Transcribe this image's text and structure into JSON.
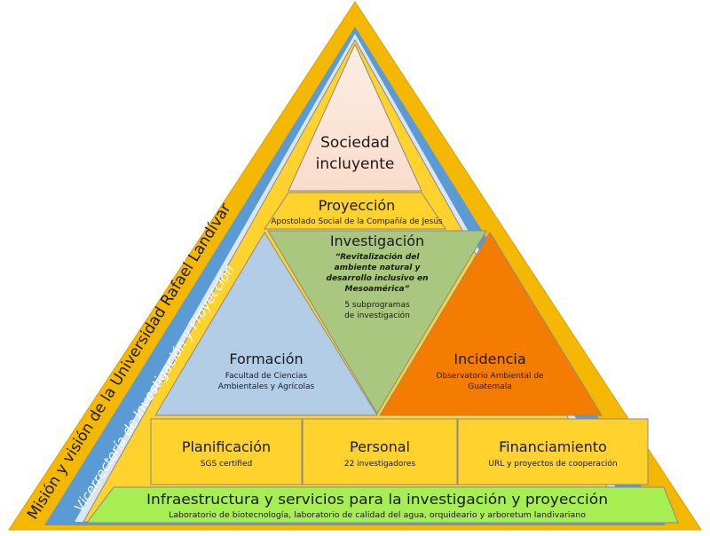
{
  "diagram": {
    "side_labels": {
      "outer": "Misión y visión de la Universidad Rafael Landívar",
      "inner": "Vicerrectoría de Investigación y Proyección"
    },
    "top": {
      "title_line1": "Sociedad",
      "title_line2": "incluyente"
    },
    "proyeccion": {
      "title": "Proyección",
      "subtitle": "Apostolado Social de la Compañía de Jesús"
    },
    "investigacion": {
      "title": "Investigación",
      "quote_lines": [
        "“Revitalización del",
        "ambiente natural y",
        "desarrollo inclusivo en",
        "Mesoamérica”"
      ],
      "note_lines": [
        "5 subprogramas",
        "de investigación"
      ]
    },
    "formacion": {
      "title": "Formación",
      "lines": [
        "Facultad de Ciencias",
        "Ambientales y Agrícolas"
      ]
    },
    "incidencia": {
      "title": "Incidencia",
      "lines": [
        "Observatorio Ambiental de",
        "Guatemala"
      ]
    },
    "bottom_boxes": [
      {
        "title": "Planificación",
        "subtitle": "SGS certified"
      },
      {
        "title": "Personal",
        "subtitle": "22 investigadores"
      },
      {
        "title": "Financiamiento",
        "subtitle": "URL  y proyectos de cooperación"
      }
    ],
    "base": {
      "title": "Infraestructura y servicios para la investigación y proyección",
      "subtitle": "Laboratorio de biotecnología, laboratorio de calidad del agua, orquideario y arboretum landivariano"
    },
    "colors": {
      "outer_border": "#F5B800",
      "blue_band": "#5B9BD5",
      "light_band": "#DCE6F2",
      "top_fill": "#FBE5D6",
      "yellow": "#FFD22E",
      "green": "#A9C77F",
      "lightblue": "#B4CDE6",
      "orange": "#F47C00",
      "base_green": "#A6EE52"
    }
  }
}
